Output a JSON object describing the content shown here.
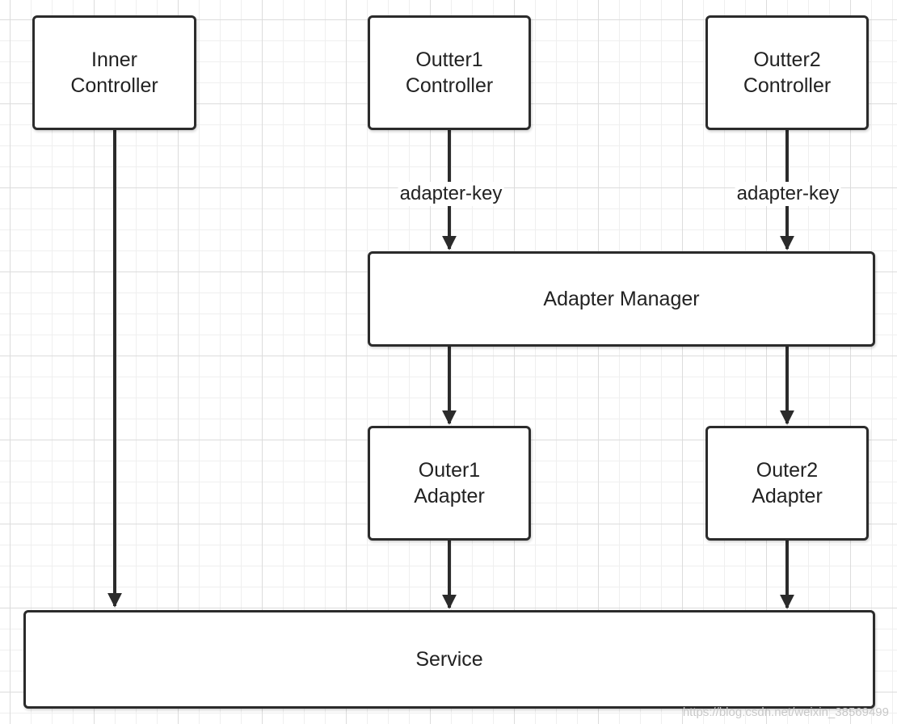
{
  "nodes": {
    "inner_controller": "Inner\nController",
    "outter1_controller": "Outter1\nController",
    "outter2_controller": "Outter2\nController",
    "adapter_manager": "Adapter Manager",
    "outer1_adapter": "Outer1\nAdapter",
    "outer2_adapter": "Outer2\nAdapter",
    "service": "Service"
  },
  "edges": [
    {
      "from": "Inner Controller",
      "to": "Service",
      "label": ""
    },
    {
      "from": "Outter1 Controller",
      "to": "Adapter Manager",
      "label": "adapter-key"
    },
    {
      "from": "Outter2 Controller",
      "to": "Adapter Manager",
      "label": "adapter-key"
    },
    {
      "from": "Adapter Manager",
      "to": "Outer1 Adapter",
      "label": ""
    },
    {
      "from": "Adapter Manager",
      "to": "Outer2 Adapter",
      "label": ""
    },
    {
      "from": "Outer1 Adapter",
      "to": "Service",
      "label": ""
    },
    {
      "from": "Outer2 Adapter",
      "to": "Service",
      "label": ""
    }
  ],
  "colors": {
    "stroke": "#2b2b2b",
    "text": "#222222",
    "grid": "#dcdcdc"
  },
  "watermark": "https://blog.csdn.net/weixin_38569499"
}
